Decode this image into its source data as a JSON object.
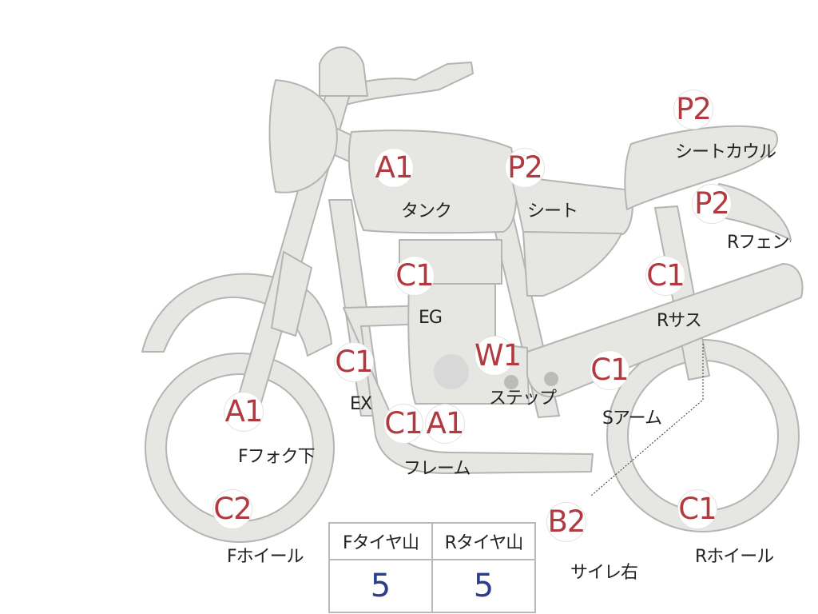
{
  "colors": {
    "body_fill": "#e6e6e2",
    "body_stroke": "#b4b4b4",
    "code_text": "#b03a40",
    "label_text": "#222222",
    "value_text": "#2b3d8f"
  },
  "parts": {
    "tank": {
      "code": "A1",
      "name": "タンク"
    },
    "seat": {
      "code": "P2",
      "name": "シート"
    },
    "seat_cowl": {
      "code": "P2",
      "name": "シートカウル"
    },
    "rear_fender": {
      "code": "P2",
      "name": "Rフェンダー"
    },
    "engine": {
      "code": "C1",
      "name": "EG"
    },
    "rear_suspension": {
      "code": "C1",
      "name": "Rサス"
    },
    "exhaust": {
      "code": "C1",
      "name": "EX"
    },
    "step": {
      "code": "W1",
      "name": "ステップ"
    },
    "swing_arm": {
      "code": "C1",
      "name": "Sアーム"
    },
    "front_fork_lower": {
      "code": "A1",
      "name": "Fフォク下"
    },
    "frame": {
      "code_a": "C1",
      "code_b": "A1",
      "name": "フレーム"
    },
    "front_wheel": {
      "code": "C2",
      "name": "Fホイール"
    },
    "side_scratch_right": {
      "code": "B2",
      "name": "サイレ右"
    },
    "rear_wheel": {
      "code": "C1",
      "name": "Rホイール"
    }
  },
  "tread_table": {
    "front_header": "Fタイヤ山",
    "rear_header": "Rタイヤ山",
    "front_value": "5",
    "rear_value": "5"
  }
}
